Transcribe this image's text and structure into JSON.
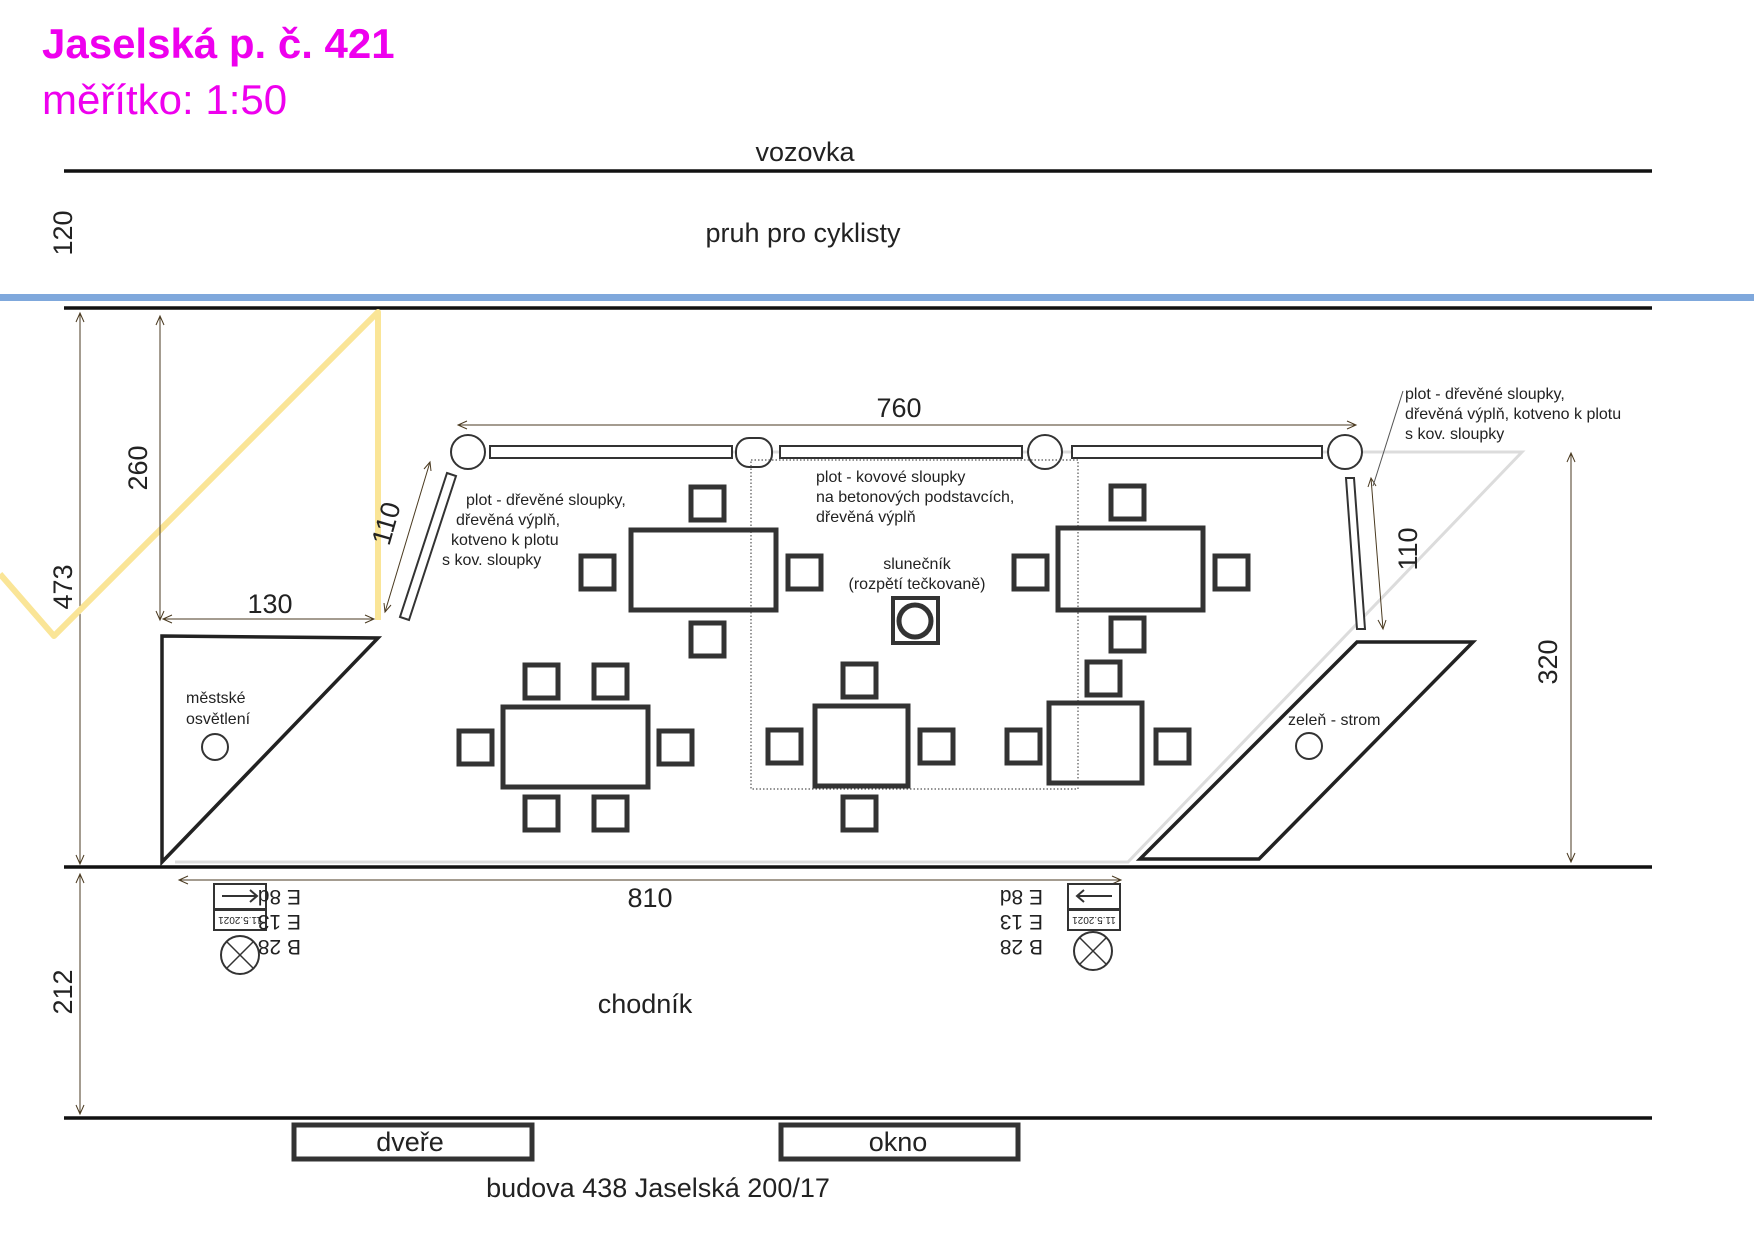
{
  "header": {
    "title": "Jaselská p. č. 421",
    "scale": "měřítko: 1:50"
  },
  "zones": {
    "road": "vozovka",
    "bike_lane": "pruh pro cyklisty",
    "sidewalk": "chodník",
    "door": "dveře",
    "window": "okno",
    "building": "budova 438 Jaselská 200/17"
  },
  "dimensions": {
    "bike_lane_width": "120",
    "terrace_depth": "473",
    "sidewalk_width": "212",
    "left_height": "260",
    "left_width": "130",
    "left_fence": "110",
    "top_fence": "760",
    "right_fence": "110",
    "right_height": "320",
    "bottom_length": "810"
  },
  "labels": {
    "fence_left": [
      "plot - dřevěné sloupky,",
      "dřevěná výplň,",
      "kotveno k plotu",
      "s kov. sloupky"
    ],
    "fence_middle": [
      "plot - kovové sloupky",
      "na betonových podstavcích,",
      "dřevěná výplň"
    ],
    "fence_right": [
      "plot - dřevěné sloupky,",
      "dřevěná výplň, kotveno k plotu",
      "s kov. sloupky"
    ],
    "umbrella": [
      "slunečník",
      "(rozpětí tečkovaně)"
    ],
    "street_light": [
      "městské",
      "osvětlení"
    ],
    "greenery": "zeleň - strom"
  },
  "signs": {
    "line1": "E 8d",
    "line2": "E 13",
    "line3": "B 28",
    "date": "11.5.2021"
  },
  "colors": {
    "title": "#ee00ee",
    "bike_lane_line": "#7fa8dc",
    "zigzag": "#fae597"
  }
}
